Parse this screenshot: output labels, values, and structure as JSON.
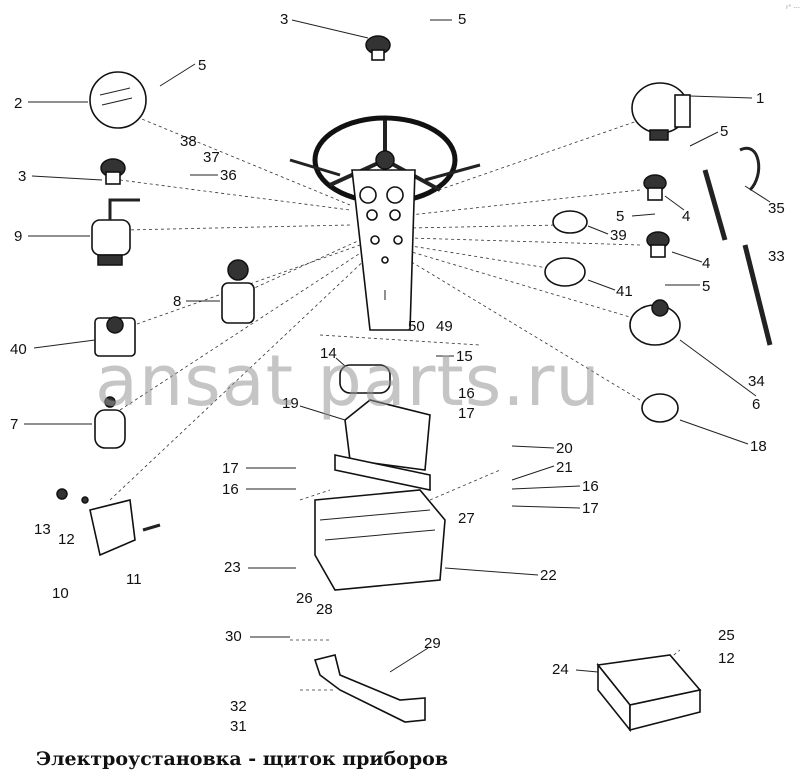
{
  "caption": "Электроустановка - щиток приборов",
  "watermark": "ansat parts.ru",
  "corner_mark": "r° ---",
  "callouts": [
    "3",
    "5",
    "5",
    "2",
    "38",
    "37",
    "36",
    "3",
    "9",
    "8",
    "40",
    "7",
    "13",
    "12",
    "10",
    "11",
    "1",
    "5",
    "35",
    "4",
    "5",
    "39",
    "4",
    "5",
    "33",
    "41",
    "50",
    "49",
    "14",
    "15",
    "16",
    "17",
    "19",
    "34",
    "6",
    "18",
    "20",
    "21",
    "17",
    "16",
    "16",
    "17",
    "27",
    "23",
    "22",
    "26",
    "28",
    "30",
    "29",
    "25",
    "12",
    "24",
    "32",
    "31"
  ]
}
